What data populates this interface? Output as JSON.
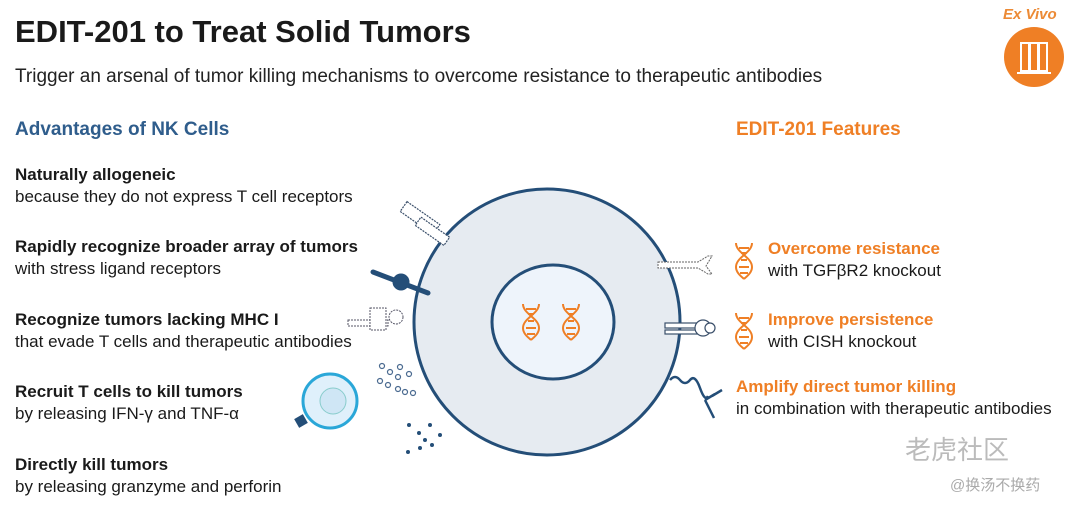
{
  "title": "EDIT-201 to Treat Solid Tumors",
  "subtitle": "Trigger an arsenal of tumor killing mechanisms to overcome resistance to therapeutic antibodies",
  "badge": {
    "label": "Ex Vivo",
    "icon": "test-tubes-icon",
    "color": "#ef7f25"
  },
  "advantages": {
    "heading": "Advantages of NK Cells",
    "items": [
      {
        "title": "Naturally allogeneic",
        "desc": "because they do not express T cell receptors"
      },
      {
        "title": "Rapidly recognize broader array of tumors",
        "desc": "with stress ligand receptors"
      },
      {
        "title": "Recognize tumors lacking MHC I",
        "desc": "that evade T cells and therapeutic antibodies"
      },
      {
        "title": "Recruit T cells to kill tumors",
        "desc": "by releasing IFN-γ and TNF-α"
      },
      {
        "title": "Directly kill tumors",
        "desc": "by releasing granzyme and perforin"
      }
    ]
  },
  "features": {
    "heading": "EDIT-201 Features",
    "items": [
      {
        "title": "Overcome resistance",
        "desc": "with TGFβR2 knockout",
        "icon": "dna-icon"
      },
      {
        "title": "Improve persistence",
        "desc": "with CISH knockout",
        "icon": "dna-icon"
      },
      {
        "title": "Amplify direct tumor killing",
        "desc": "in combination with therapeutic antibodies"
      }
    ]
  },
  "watermark": {
    "main": "老虎社区",
    "sub": "@换汤不换药"
  }
}
